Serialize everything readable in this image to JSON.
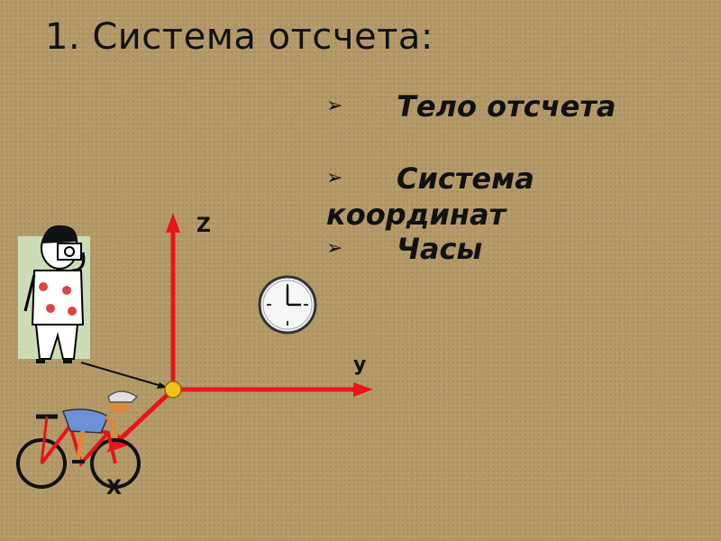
{
  "title": "1. Система отсчета:",
  "bullets": {
    "marker": "➢",
    "items": [
      {
        "label": "Тело отсчета"
      },
      {
        "label": "Система координат"
      },
      {
        "label": "Часы"
      }
    ]
  },
  "axes": {
    "z_label": "Z",
    "y_label": "y",
    "x_label": "X"
  },
  "colors": {
    "axis": "#e8141a",
    "origin": "#f1c21b",
    "background": "#b49a68"
  }
}
